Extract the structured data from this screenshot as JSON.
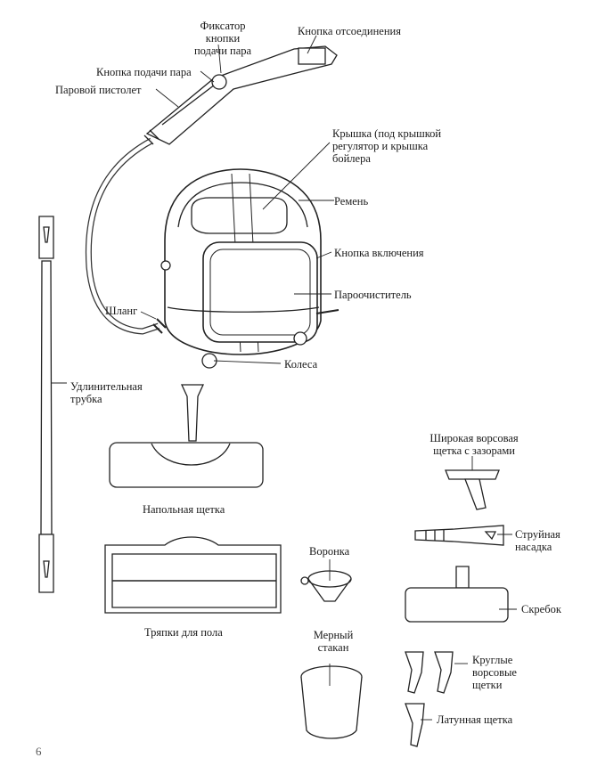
{
  "labels": {
    "steam_lock": "Фиксатор\nкнопки\nподачи пара",
    "detach_button": "Кнопка отсоединения",
    "steam_button": "Кнопка подачи пара",
    "steam_gun": "Паровой пистолет",
    "cap": "Крышка (под крышкой\nрегулятор и крышка\nбойлера",
    "strap": "Ремень",
    "power_button": "Кнопка включения",
    "steam_cleaner": "Пароочиститель",
    "hose": "Шланг",
    "wheels": "Колеса",
    "extension_tube": "Удлинительная\nтрубка",
    "floor_brush": "Напольная щетка",
    "floor_cloths": "Тряпки для пола",
    "funnel": "Воронка",
    "measuring_cup": "Мерный\nстакан",
    "wide_brush": "Широкая ворсовая\nщетка с зазорами",
    "jet_nozzle": "Струйная\nнасадка",
    "scraper": "Скребок",
    "round_brushes": "Круглые\nворсовые\nщетки",
    "brass_brush": "Латунная щетка"
  },
  "page_number": "6"
}
